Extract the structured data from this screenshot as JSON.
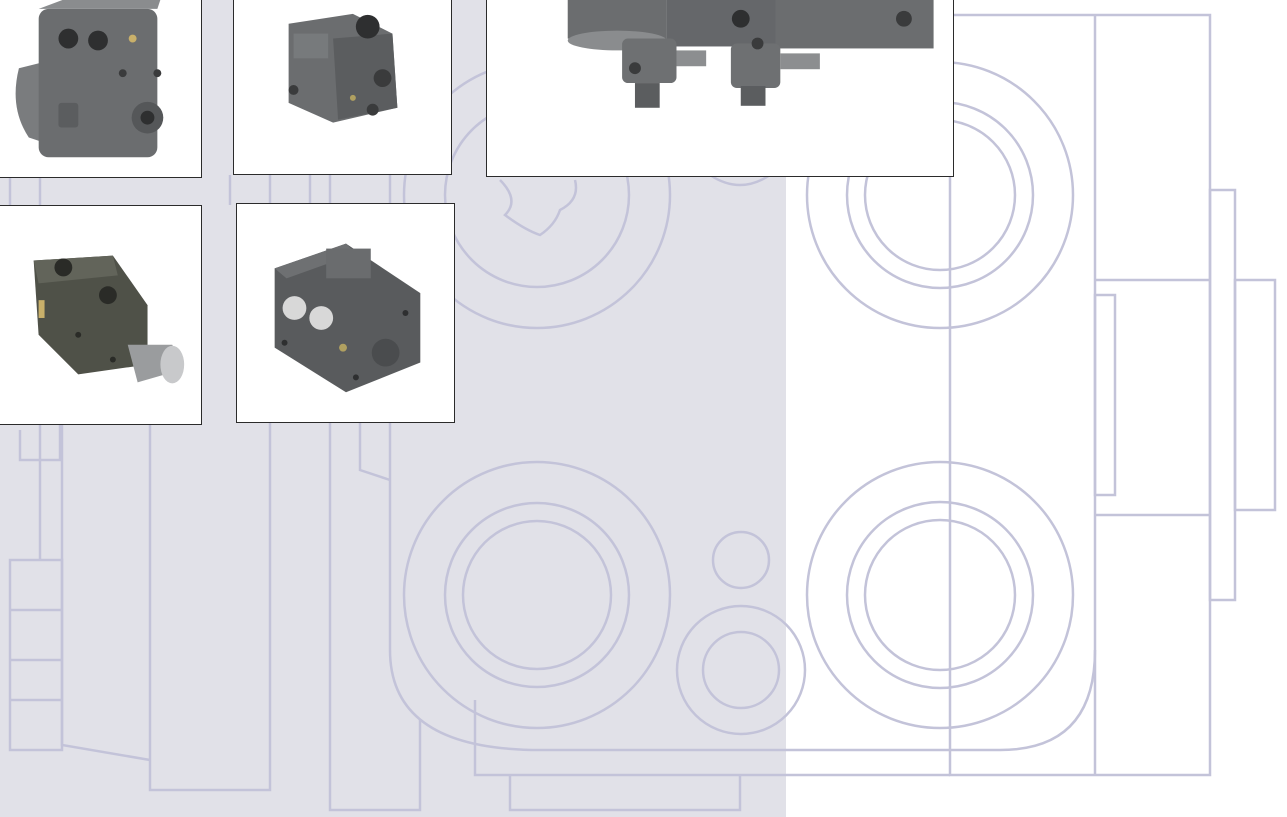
{
  "page": {
    "background_left": "#e1e1e8",
    "background_right": "#ffffff",
    "line_color": "#c3c3d9",
    "frame_border": "#2b2b2b",
    "product_color": "#6b6d6f"
  },
  "photos": [
    {
      "icon": "hydraulic-valve-with-motor-photo"
    },
    {
      "icon": "compact-valve-block-photo"
    },
    {
      "icon": "valve-product-group-photo"
    },
    {
      "icon": "selector-valve-with-knob-photo"
    },
    {
      "icon": "large-valve-block-photo"
    }
  ]
}
